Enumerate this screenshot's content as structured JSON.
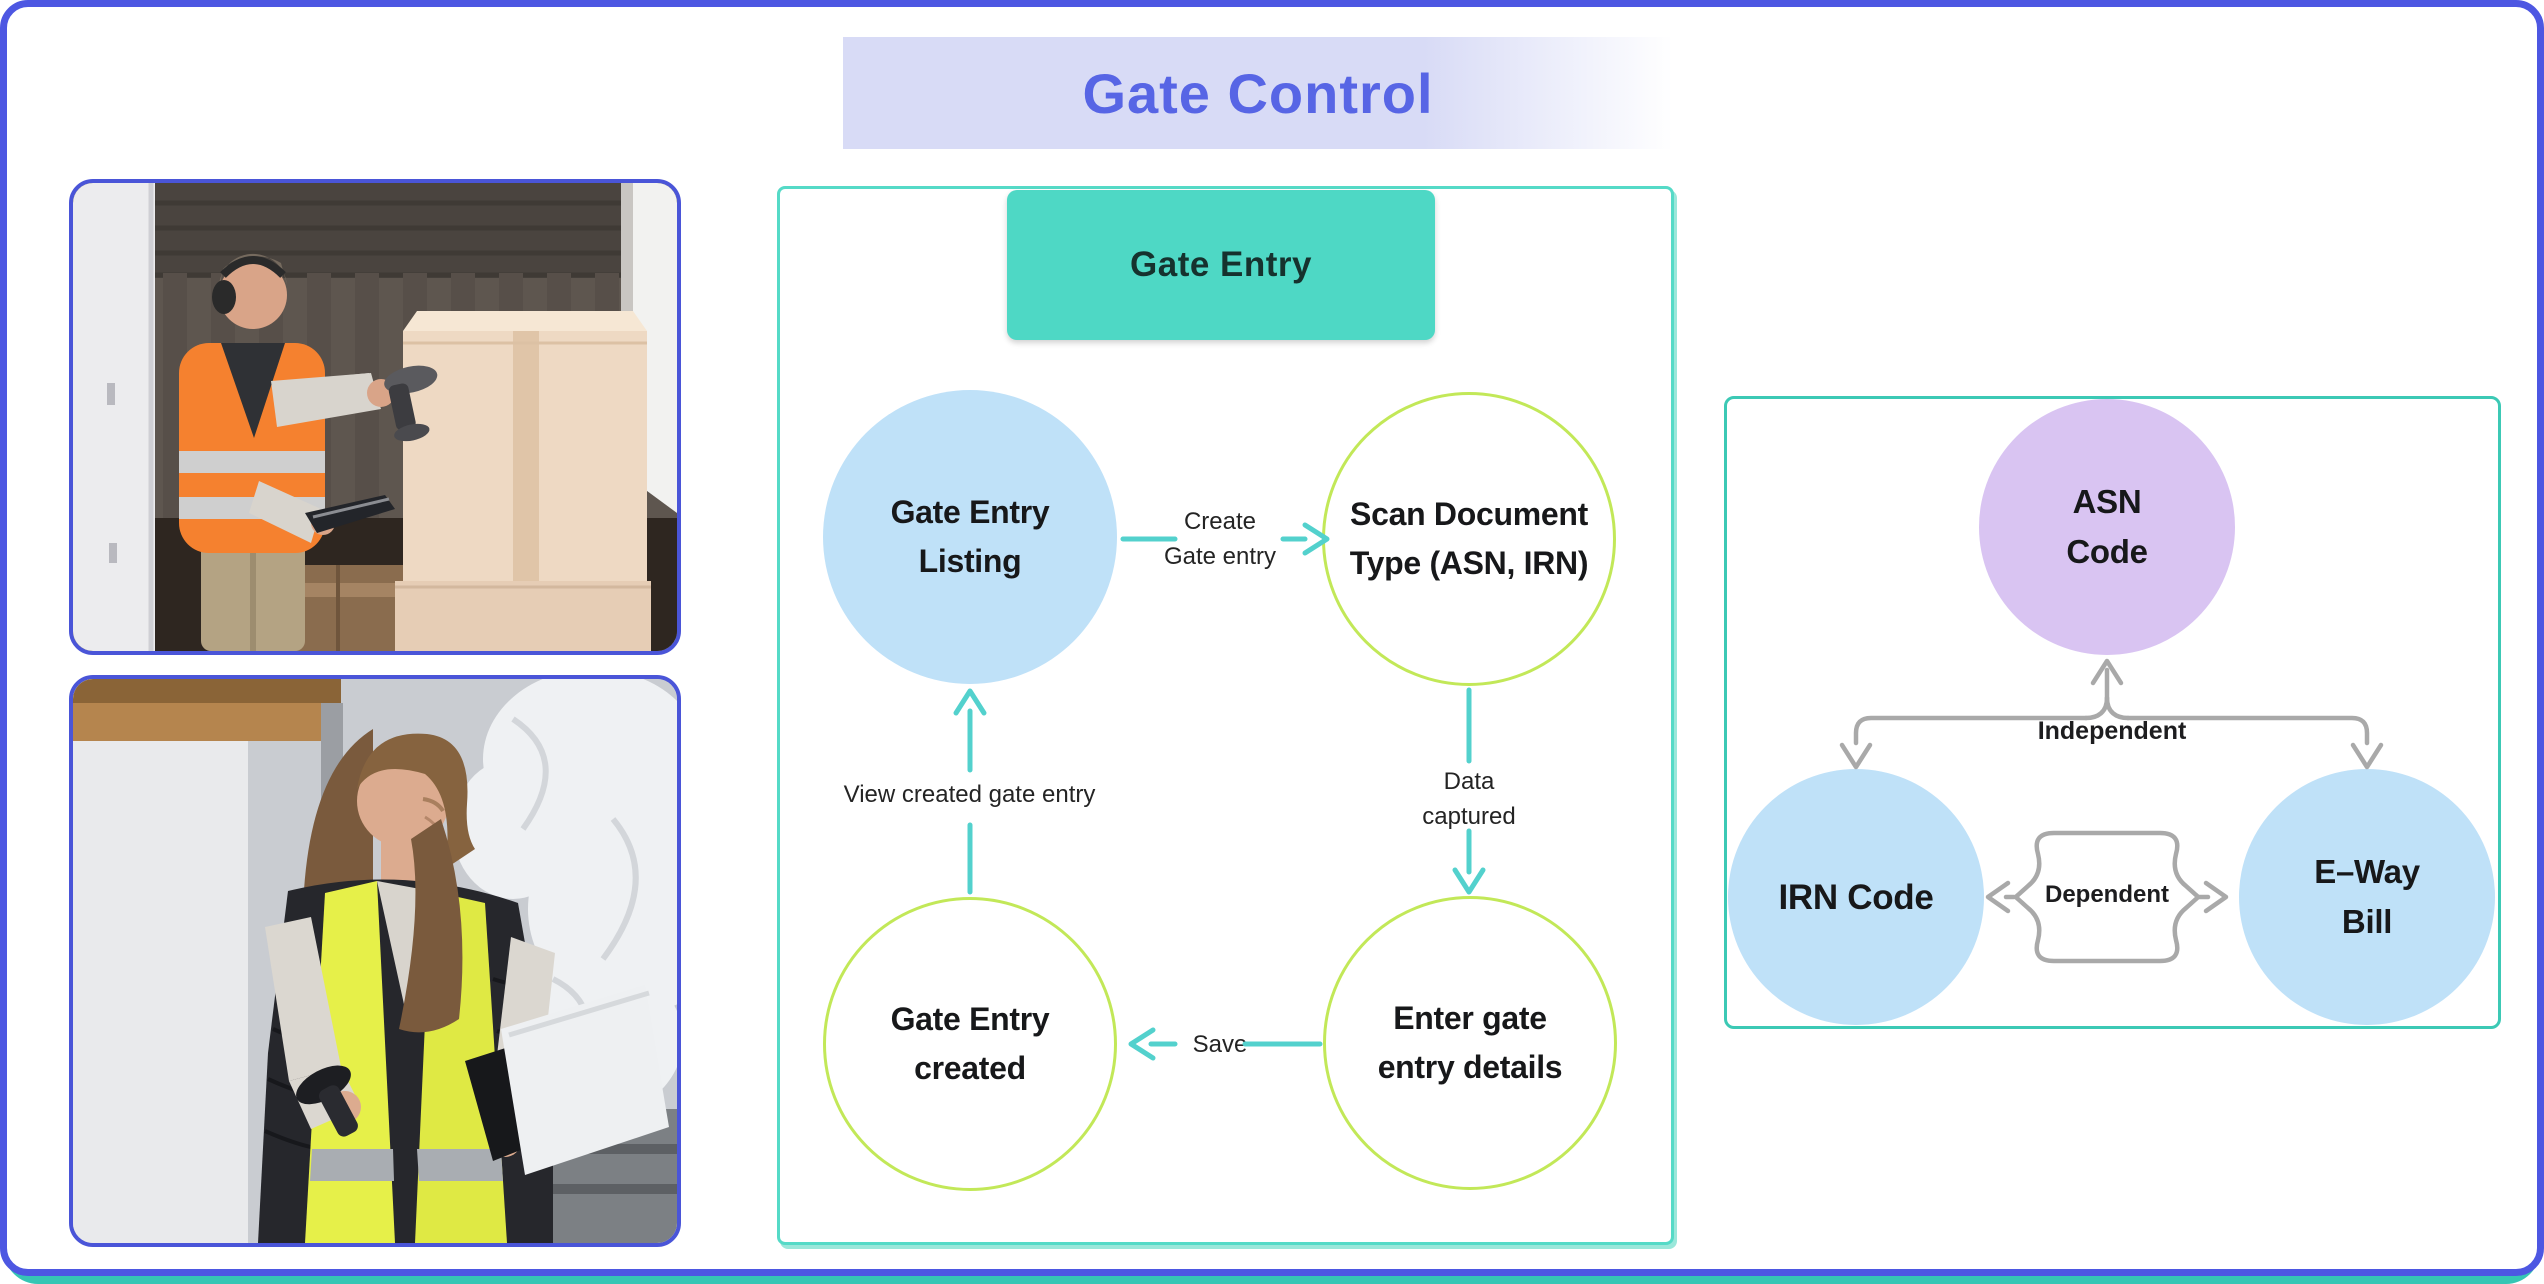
{
  "title": "Gate Control",
  "flow": {
    "header": "Gate Entry",
    "nodes": {
      "listing": {
        "line1": "Gate Entry",
        "line2": "Listing"
      },
      "scan": {
        "line1": "Scan Document",
        "line2": "Type (ASN, IRN)"
      },
      "created": {
        "line1": "Gate Entry",
        "line2": "created"
      },
      "details": {
        "line1": "Enter gate",
        "line2": "entry details"
      }
    },
    "edges": {
      "create": {
        "line1": "Create",
        "line2": "Gate entry"
      },
      "data_captured": {
        "line1": "Data",
        "line2": "captured"
      },
      "save": "Save",
      "view": "View created gate entry"
    }
  },
  "relations": {
    "asn": {
      "line1": "ASN",
      "line2": "Code"
    },
    "irn": "IRN Code",
    "eway": {
      "line1": "E–Way",
      "line2": "Bill"
    },
    "independent": "Independent",
    "dependent": "Dependent"
  },
  "colors": {
    "outer_border_blue": "#4d57e2",
    "title_blue": "#5765e5",
    "banner_lavender": "#d8dbf6",
    "header_teal": "#4ed8c5",
    "panel_teal": "#55dac7",
    "relation_panel_teal": "#3cc9b5",
    "lime_outline": "#c2e858",
    "light_blue_fill": "#bfe1f8",
    "purple_fill": "#d9c4f2",
    "arrow_teal": "#53d1cd",
    "connector_gray": "#a9a9a9",
    "bottom_strip_teal": "#35c6b4"
  }
}
